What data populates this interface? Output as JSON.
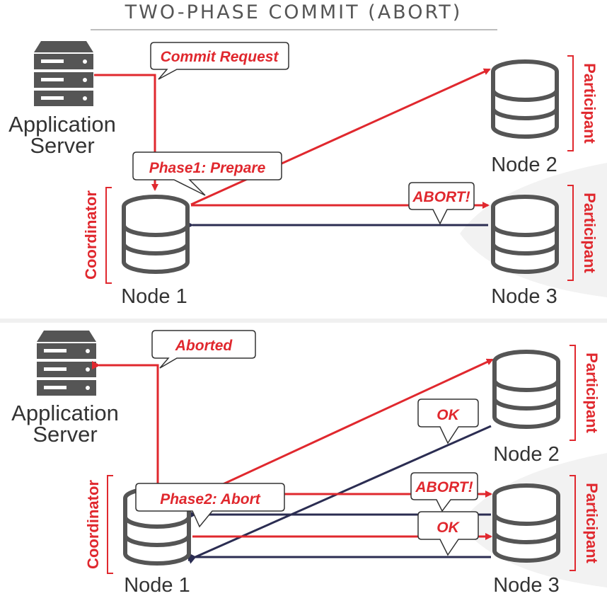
{
  "title": "TWO-PHASE COMMIT (ABORT)",
  "colors": {
    "accent_red": "#e0282e",
    "arrow_navy": "#2b2d52",
    "icon_gray": "#555555",
    "text": "#333333"
  },
  "panels": [
    {
      "server_label_line1": "Application",
      "server_label_line2": "Server",
      "node1_label": "Node 1",
      "node2_label": "Node 2",
      "node3_label": "Node 3",
      "coordinator_label": "Coordinator",
      "participant_label": "Participant",
      "callouts": {
        "commit_request": "Commit Request",
        "phase1": "Phase1: Prepare",
        "abort": "ABORT!"
      }
    },
    {
      "server_label_line1": "Application",
      "server_label_line2": "Server",
      "node1_label": "Node 1",
      "node2_label": "Node 2",
      "node3_label": "Node 3",
      "coordinator_label": "Coordinator",
      "participant_label": "Participant",
      "callouts": {
        "aborted": "Aborted",
        "phase2": "Phase2: Abort",
        "ok_node2": "OK",
        "abort": "ABORT!",
        "ok_node3": "OK"
      }
    }
  ]
}
